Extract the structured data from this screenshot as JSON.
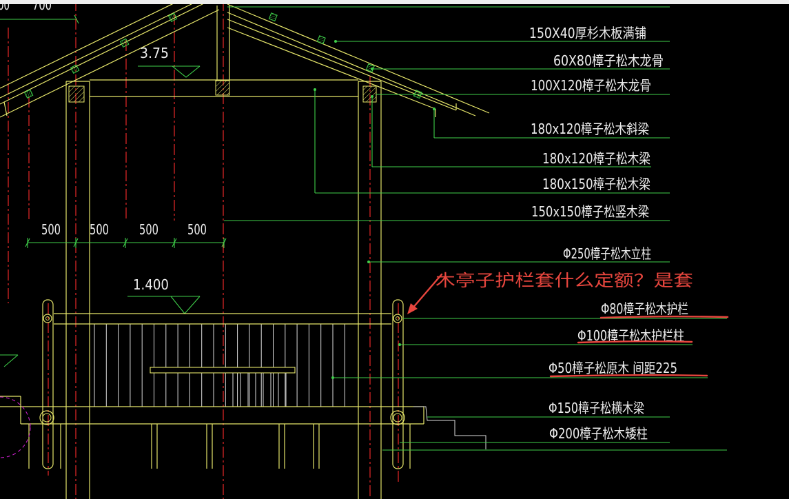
{
  "window": {
    "top_text_left": "00",
    "top_text_right": "700"
  },
  "elevations": {
    "ridge": "3.75",
    "rail": "1.400"
  },
  "dimensions": [
    "500",
    "500",
    "500",
    "500"
  ],
  "labels": [
    "150X40厚杉木板满铺",
    "60X80樟子松木龙骨",
    "100X120樟子松木龙骨",
    "180x120樟子松木斜梁",
    "180x120樟子松木梁",
    "180x150樟子松木梁",
    "150x150樟子松竖木梁",
    "Φ250樟子松木立柱",
    "Φ80樟子松木护栏",
    "Φ100樟子松木护栏柱",
    "Φ50樟子松原木 间距225",
    "Φ150樟子松横木梁",
    "Φ200樟子松木矮柱"
  ],
  "annotation": {
    "text": "木亭子护栏套什么定额？是套"
  },
  "colors": {
    "bg": "#000000",
    "yellow": "#e6e66a",
    "green": "#3fcf4a",
    "red": "#ff2b2b",
    "white": "#dcdcdc",
    "text": "#ececec",
    "magenta": "#c81ec8",
    "annot": "#e8463e",
    "strip": "#eeeeee"
  }
}
